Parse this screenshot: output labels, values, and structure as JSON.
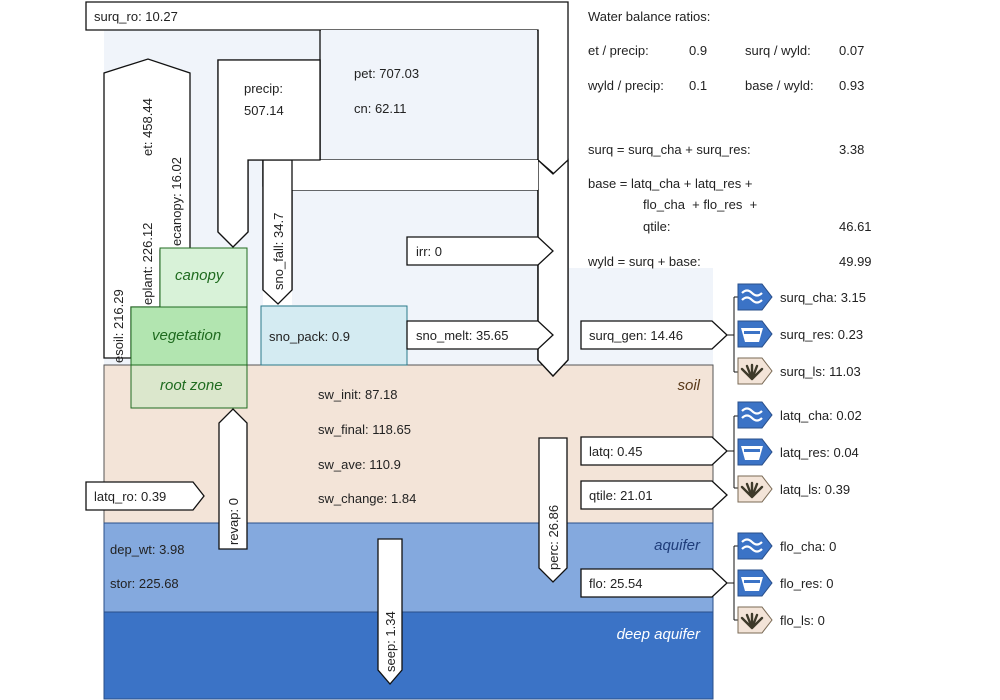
{
  "colors": {
    "atmosphere_bg": "#f0f4fa",
    "soil_bg": "#f3e4d8",
    "aquifer_bg": "#84a9de",
    "deep_aquifer_bg": "#3b73c6",
    "canopy_fill": "#d8f2d8",
    "vegetation_fill": "#b2e5b0",
    "root_zone_fill": "#dbe7cc",
    "green_text": "#1f6b1f",
    "snow_pack_fill": "#d4ebf2",
    "soil_text": "#5a3a1a",
    "aquifer_text": "#1f3d7a",
    "deep_aquifer_text": "#ffffff",
    "channel_icon": "#3b73c6",
    "landscape_icon_fill": "#f3e4d8",
    "landscape_icon_glyph": "#3e3a2a"
  },
  "flows": {
    "surq_ro": "surq_ro: 10.27",
    "et": "et: 458.44",
    "eplant": "eplant: 226.12",
    "ecanopy": "ecanopy: 16.02",
    "esoil": "esoil: 216.29",
    "precip_line1": "precip:",
    "precip_line2": "507.14",
    "pet": "pet: 707.03",
    "cn": "cn: 62.11",
    "sno_fall": "sno_fall: 34.7",
    "irr": "irr: 0",
    "sno_melt": "sno_melt: 35.65",
    "sno_pack": "sno_pack: 0.9",
    "surq_gen": "surq_gen: 14.46",
    "latq_ro": "latq_ro: 0.39",
    "revap": "revap: 0",
    "perc": "perc: 26.86",
    "seep": "seep: 1.34",
    "latq": "latq: 0.45",
    "qtile": "qtile: 21.01",
    "flo": "flo: 25.54"
  },
  "zones": {
    "canopy": "canopy",
    "vegetation": "vegetation",
    "root_zone": "root zone",
    "soil": "soil",
    "aquifer": "aquifer",
    "deep_aquifer": "deep aquifer"
  },
  "soil_stats": {
    "sw_init": "sw_init: 87.18",
    "sw_final": "sw_final: 118.65",
    "sw_ave": "sw_ave: 110.9",
    "sw_change": "sw_change: 1.84"
  },
  "aquifer_stats": {
    "dep_wt": "dep_wt: 3.98",
    "stor": "stor: 225.68"
  },
  "destinations": {
    "surq": [
      {
        "icon": "channel-icon",
        "label": "surq_cha: 3.15"
      },
      {
        "icon": "reservoir-icon",
        "label": "surq_res: 0.23"
      },
      {
        "icon": "landscape-icon",
        "label": "surq_ls: 11.03"
      }
    ],
    "latq": [
      {
        "icon": "channel-icon",
        "label": "latq_cha: 0.02"
      },
      {
        "icon": "reservoir-icon",
        "label": "latq_res: 0.04"
      },
      {
        "icon": "landscape-icon",
        "label": "latq_ls: 0.39"
      }
    ],
    "flo": [
      {
        "icon": "channel-icon",
        "label": "flo_cha: 0"
      },
      {
        "icon": "reservoir-icon",
        "label": "flo_res: 0"
      },
      {
        "icon": "landscape-icon",
        "label": "flo_ls: 0"
      }
    ]
  },
  "ratios": {
    "title": "Water balance ratios:",
    "et_precip_label": "et / precip:",
    "et_precip_value": "0.9",
    "surq_wyld_label": "surq / wyld:",
    "surq_wyld_value": "0.07",
    "wyld_precip_label": "wyld / precip:",
    "wyld_precip_value": "0.1",
    "base_wyld_label": "base / wyld:",
    "base_wyld_value": "0.93",
    "surq_eq_label": "surq = surq_cha + surq_res:",
    "surq_eq_value": "3.38",
    "base_eq_line1": "base = latq_cha + latq_res +",
    "base_eq_line2": "flo_cha  + flo_res  +",
    "base_eq_line3": "qtile:",
    "base_eq_value": "46.61",
    "wyld_eq_label": "wyld = surq + base:",
    "wyld_eq_value": "49.99"
  }
}
